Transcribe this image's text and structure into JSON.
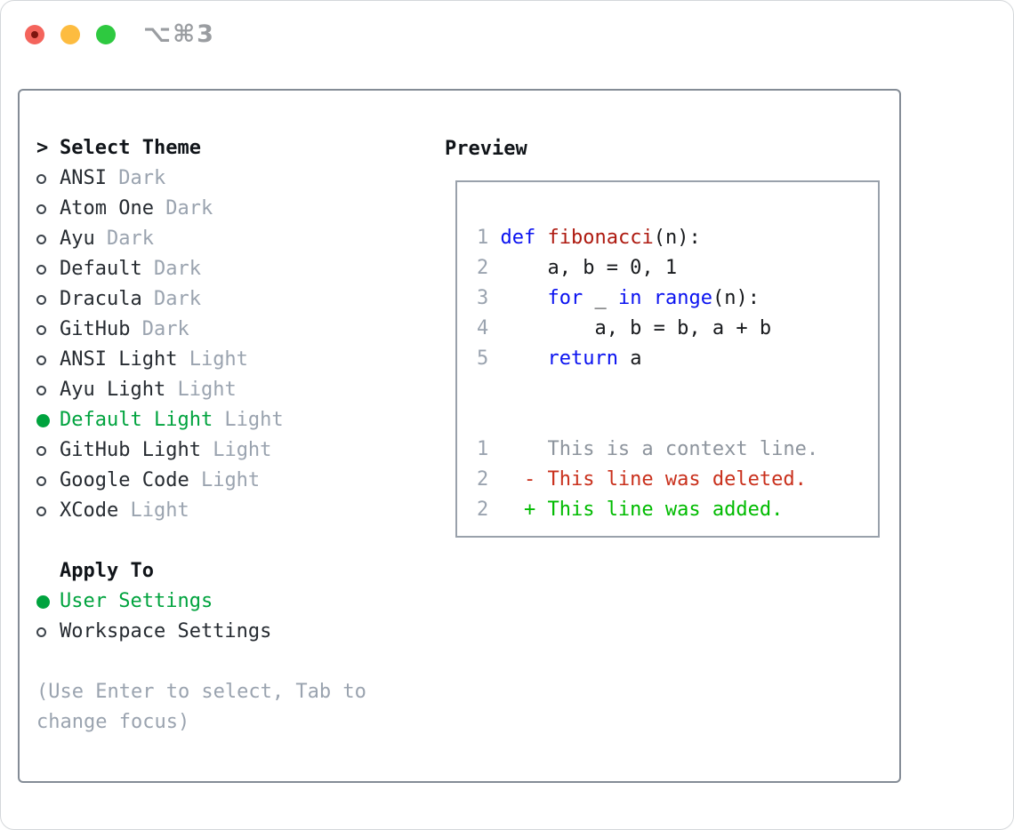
{
  "window": {
    "title": "⌥⌘3",
    "traffic_lights": [
      "close",
      "minimize",
      "zoom"
    ]
  },
  "theme_panel": {
    "heading_marker": ">",
    "heading": "Select Theme",
    "items": [
      {
        "name": "ANSI",
        "variant": "Dark",
        "selected": false
      },
      {
        "name": "Atom One",
        "variant": "Dark",
        "selected": false
      },
      {
        "name": "Ayu",
        "variant": "Dark",
        "selected": false
      },
      {
        "name": "Default",
        "variant": "Dark",
        "selected": false
      },
      {
        "name": "Dracula",
        "variant": "Dark",
        "selected": false
      },
      {
        "name": "GitHub",
        "variant": "Dark",
        "selected": false
      },
      {
        "name": "ANSI Light",
        "variant": "Light",
        "selected": false
      },
      {
        "name": "Ayu Light",
        "variant": "Light",
        "selected": false
      },
      {
        "name": "Default Light",
        "variant": "Light",
        "selected": true
      },
      {
        "name": "GitHub Light",
        "variant": "Light",
        "selected": false
      },
      {
        "name": "Google Code",
        "variant": "Light",
        "selected": false
      },
      {
        "name": "XCode",
        "variant": "Light",
        "selected": false
      }
    ]
  },
  "apply_panel": {
    "heading": "Apply To",
    "options": [
      {
        "label": "User Settings",
        "selected": true
      },
      {
        "label": "Workspace Settings",
        "selected": false
      }
    ]
  },
  "help": {
    "lines": [
      "(Use Enter to select, Tab to",
      "change focus)"
    ]
  },
  "preview": {
    "heading": "Preview",
    "lines": [
      {
        "num": "1",
        "tokens": [
          {
            "text": "def",
            "style": "kw"
          },
          {
            "text": " ",
            "style": "pl"
          },
          {
            "text": "fibonacci",
            "style": "fn"
          },
          {
            "text": "(n):",
            "style": "pl"
          }
        ]
      },
      {
        "num": "2",
        "tokens": [
          {
            "text": "    a, b = 0, 1",
            "style": "pl"
          }
        ]
      },
      {
        "num": "3",
        "tokens": [
          {
            "text": "    ",
            "style": "pl"
          },
          {
            "text": "for",
            "style": "kw"
          },
          {
            "text": " _ ",
            "style": "pl"
          },
          {
            "text": "in",
            "style": "kw"
          },
          {
            "text": " ",
            "style": "pl"
          },
          {
            "text": "range",
            "style": "kw"
          },
          {
            "text": "(n):",
            "style": "pl"
          }
        ]
      },
      {
        "num": "4",
        "tokens": [
          {
            "text": "        a, b = b, a + b",
            "style": "pl"
          }
        ]
      },
      {
        "num": "5",
        "tokens": [
          {
            "text": "    ",
            "style": "pl"
          },
          {
            "text": "return",
            "style": "kw"
          },
          {
            "text": " a",
            "style": "pl"
          }
        ]
      },
      {
        "num": "",
        "tokens": []
      },
      {
        "num": "",
        "tokens": []
      },
      {
        "num": "1",
        "tokens": [
          {
            "text": "    This is a context line.",
            "style": "ctx"
          }
        ]
      },
      {
        "num": "2",
        "tokens": [
          {
            "text": "  - This line was deleted.",
            "style": "del"
          }
        ]
      },
      {
        "num": "2",
        "tokens": [
          {
            "text": "  + This line was added.",
            "style": "add"
          }
        ]
      }
    ]
  },
  "colors": {
    "selection_green": "#00a33e",
    "diff_added_green": "#00bb00",
    "diff_deleted_red": "#c9301c",
    "function_red": "#ae1a10",
    "keyword_blue": "#0a12f0",
    "muted_gray": "#9aa3af"
  }
}
